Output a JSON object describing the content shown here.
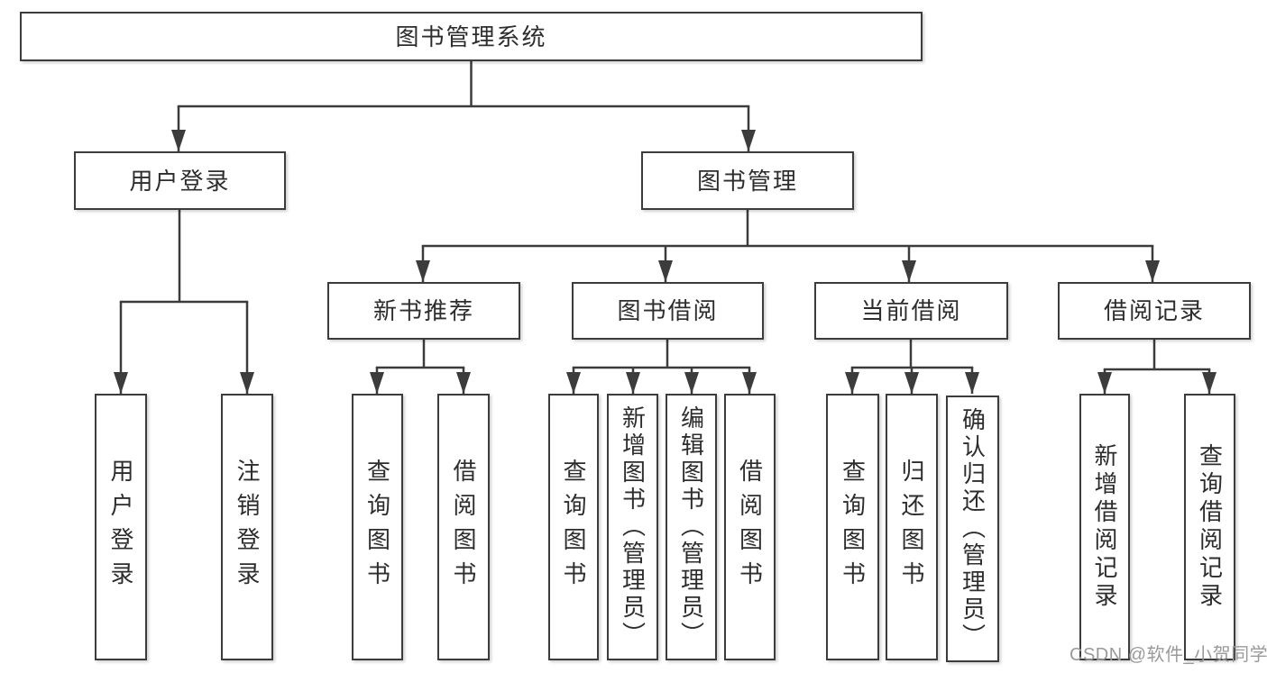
{
  "colors": {
    "line": "#3c3c3c",
    "box_border": "#3c3c3c",
    "text": "#2d2d2d",
    "watermark": "#9a9a9a",
    "background": "#ffffff"
  },
  "tree": {
    "root": {
      "label": "图书管理系统",
      "children": [
        {
          "label": "用户登录",
          "children": [
            {
              "label": "用户登录"
            },
            {
              "label": "注销登录"
            }
          ]
        },
        {
          "label": "图书管理",
          "children": [
            {
              "label": "新书推荐",
              "children": [
                {
                  "label": "查询图书"
                },
                {
                  "label": "借阅图书"
                }
              ]
            },
            {
              "label": "图书借阅",
              "children": [
                {
                  "label": "查询图书"
                },
                {
                  "label": "新增图书（管理员）"
                },
                {
                  "label": "编辑图书（管理员）"
                },
                {
                  "label": "借阅图书"
                }
              ]
            },
            {
              "label": "当前借阅",
              "children": [
                {
                  "label": "查询图书"
                },
                {
                  "label": "归还图书"
                },
                {
                  "label": "确认归还（管理员）"
                }
              ]
            },
            {
              "label": "借阅记录",
              "children": [
                {
                  "label": "新增借阅记录"
                },
                {
                  "label": "查询借阅记录"
                }
              ]
            }
          ]
        }
      ]
    }
  },
  "watermark": "CSDN @软件_小贺同学"
}
